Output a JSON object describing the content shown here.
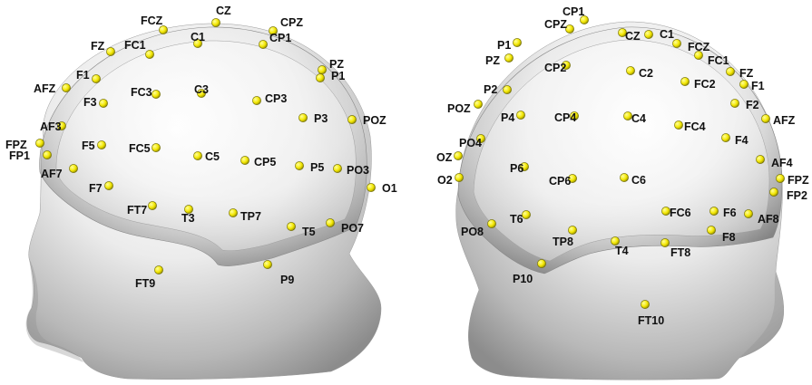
{
  "colors": {
    "background": "#ffffff",
    "head_light": "#f7f7f7",
    "head_mid": "#cfcfcf",
    "head_dark": "#7a7a7a",
    "cap_overlay": "#9a9a9a",
    "electrode": "#f2e600",
    "electrode_edge": "#6e6a00",
    "label": "#111111"
  },
  "views": [
    {
      "view": "left-hemisphere",
      "electrodes": [
        "FCZ",
        "CZ",
        "CPZ",
        "FZ",
        "FC1",
        "C1",
        "CP1",
        "PZ",
        "P1",
        "AFZ",
        "F1",
        "FC3",
        "C3",
        "CP3",
        "F3",
        "P3",
        "POZ",
        "AF3",
        "FPZ",
        "FP1",
        "F5",
        "FC5",
        "C5",
        "CP5",
        "P5",
        "PO3",
        "AF7",
        "F7",
        "O1",
        "FT7",
        "T3",
        "TP7",
        "T5",
        "PO7",
        "FT9",
        "P9"
      ]
    },
    {
      "view": "right-hemisphere",
      "electrodes": [
        "CP1",
        "CPZ",
        "CZ",
        "C1",
        "P1",
        "FCZ",
        "PZ",
        "FC1",
        "CP2",
        "C2",
        "FZ",
        "P2",
        "FC2",
        "F1",
        "POZ",
        "F2",
        "P4",
        "CP4",
        "C4",
        "FC4",
        "AFZ",
        "PO4",
        "F4",
        "OZ",
        "P6",
        "AF4",
        "O2",
        "CP6",
        "C6",
        "FC6",
        "F6",
        "FPZ",
        "FP2",
        "PO8",
        "T6",
        "AF8",
        "F8",
        "TP8",
        "T4",
        "FT8",
        "P10",
        "FT10"
      ]
    }
  ]
}
